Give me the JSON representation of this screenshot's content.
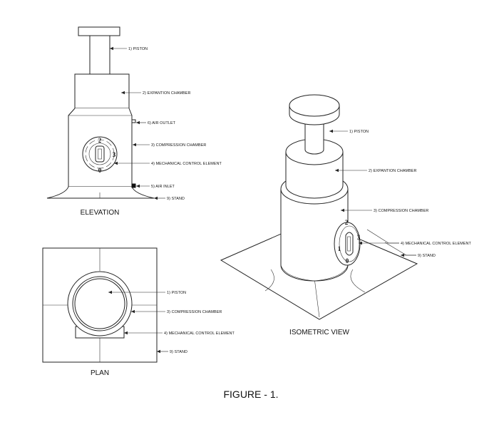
{
  "figure": {
    "caption": "FIGURE - 1."
  },
  "views": {
    "elevation": {
      "title": "ELEVATION",
      "labels": {
        "piston": "1) PISTON",
        "expansion": "2) EXPANTION CHAMBER",
        "air_outlet": "6) AIR OUTLET",
        "compression": "3) COMPRESSION CHAMBER",
        "control": "4) MECHANICAL CONTROL ELEMENT",
        "air_inlet": "5) AIR INLET",
        "stand": "9) STAND"
      },
      "dial_numbers": [
        "2",
        "3",
        "0"
      ]
    },
    "plan": {
      "title": "PLAN",
      "labels": {
        "piston": "1) PISTON",
        "compression": "3) COMPRESSION CHAMBER",
        "control": "4) MECHANICAL CONTROL ELEMENT",
        "stand": "9) STAND"
      }
    },
    "isometric": {
      "title": "ISOMETRIC VIEW",
      "labels": {
        "piston": "1) PISTON",
        "expansion": "2) EXPANTION CHAMBER",
        "compression": "3) COMPRESSION CHAMBER",
        "control": "4) MECHANICAL CONTROL ELEMENT",
        "stand": "9) STAND"
      },
      "dial_numbers": [
        "2",
        "3",
        "1",
        "0"
      ]
    }
  }
}
